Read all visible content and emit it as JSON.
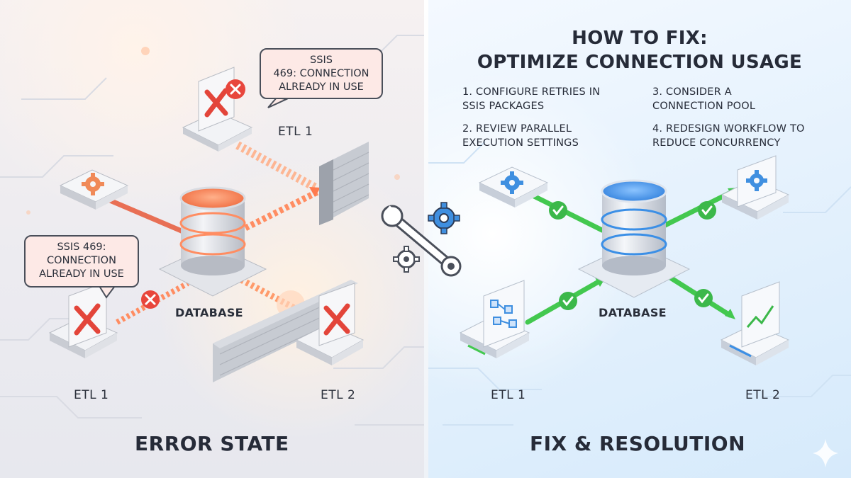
{
  "error_panel": {
    "title": "ERROR STATE",
    "database_label": "DATABASE",
    "bubble_top": {
      "line1": "SSIS",
      "line2": "469: CONNECTION",
      "line3": "ALREADY IN USE"
    },
    "bubble_left": {
      "line1": "SSIS 469:",
      "line2": "CONNECTION",
      "line3": "ALREADY IN USE"
    },
    "node_top_label": "ETL 1",
    "node_bottom_left_label": "ETL 1",
    "node_bottom_right_label": "ETL 2"
  },
  "fix_panel": {
    "heading_line1": "HOW TO FIX:",
    "heading_line2": "OPTIMIZE CONNECTION USAGE",
    "steps": [
      {
        "line1": "1. CONFIGURE RETRIES IN",
        "line2": "SSIS PACKAGES"
      },
      {
        "line1": "2. REVIEW PARALLEL",
        "line2": "EXECUTION SETTINGS"
      },
      {
        "line1": "3. CONSIDER A",
        "line2": "CONNECTION POOL"
      },
      {
        "line1": "4. REDESIGN WORKFLOW TO",
        "line2": "REDUCE CONCURRENCY"
      }
    ],
    "database_label": "DATABASE",
    "node_left_label": "ETL 1",
    "node_right_label": "ETL 2",
    "title": "FIX & RESOLUTION"
  },
  "icons": {
    "error_mark": "x-mark-icon",
    "error_badge": "x-circle-icon",
    "success_badge": "check-circle-icon",
    "gear": "gear-icon",
    "wrench": "wrench-icon",
    "workflow": "workflow-icon",
    "chart": "line-chart-icon",
    "sparkle": "sparkle-icon"
  },
  "colors": {
    "error_accent": "#ef5a3c",
    "error_glow": "#ff9b6b",
    "success_accent": "#3cc64b",
    "db_error": "#f7824f",
    "db_ok": "#3b8fe6",
    "gear_blue": "#3f8fe0",
    "text_dark": "#262b38"
  }
}
